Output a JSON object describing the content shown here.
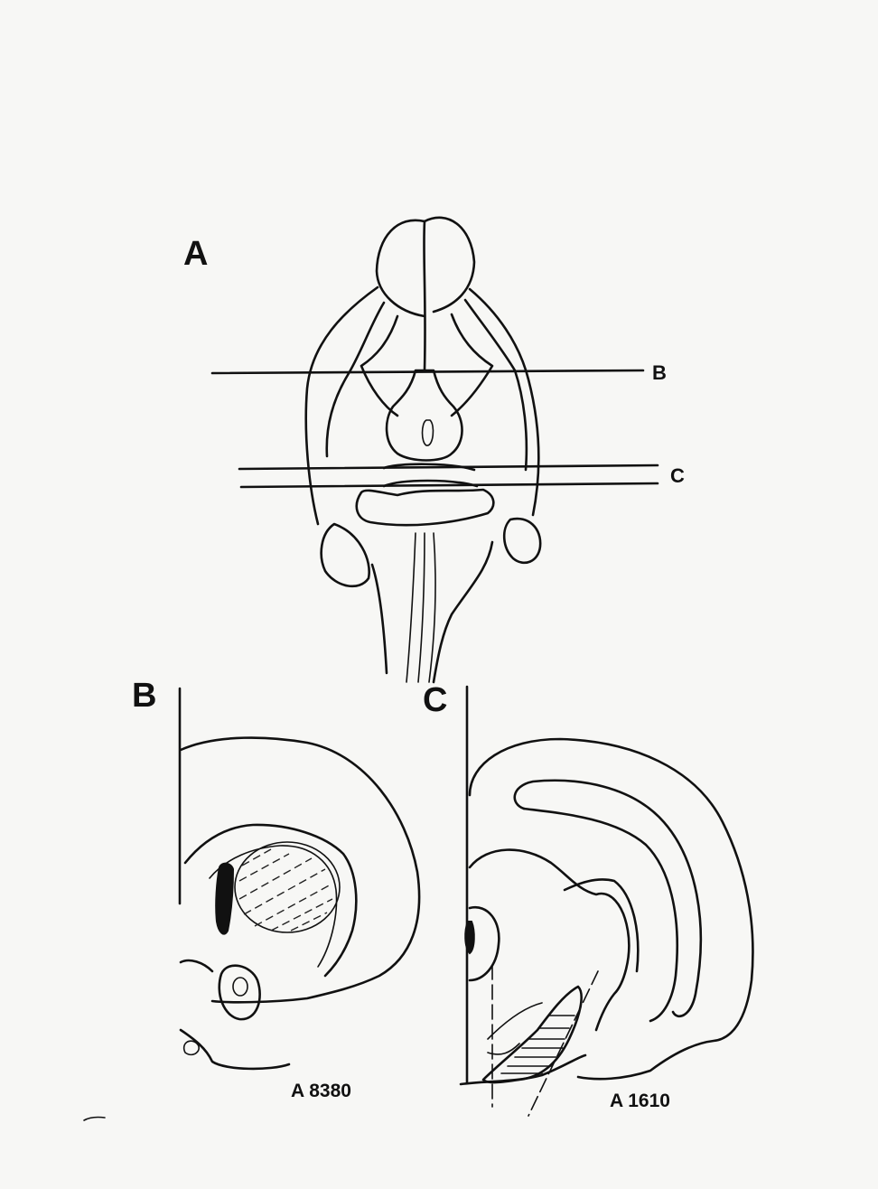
{
  "figure": {
    "panel_a": {
      "letter": "A"
    },
    "panel_b": {
      "letter": "B",
      "section_code": "A 8380"
    },
    "panel_c": {
      "letter": "C",
      "section_code": "A 1610"
    },
    "section_lines": {
      "b_label": "B",
      "c_label": "C"
    }
  },
  "colors": {
    "ink": "#111111",
    "paper": "#f7f7f5"
  }
}
